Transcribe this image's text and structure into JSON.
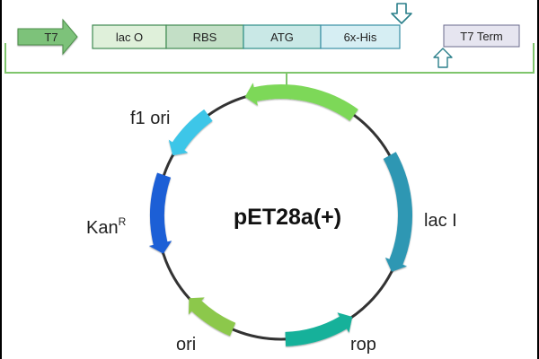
{
  "plasmid": {
    "name": "pET28a(+)",
    "features": {
      "f1_ori": "f1 ori",
      "lac_i": "lac I",
      "kan": "Kan",
      "kan_sup": "R",
      "ori": "ori",
      "rop": "rop"
    }
  },
  "cassette": {
    "promoter": "T7",
    "elements": [
      "lac O",
      "RBS",
      "ATG",
      "6x-His"
    ],
    "terminator": "T7 Term"
  },
  "colors": {
    "promoter": "#7dc27a",
    "lac_o": "#dff0da",
    "rbs": "#c3dfc6",
    "atg": "#c9e8e6",
    "his": "#d6eef3",
    "terminator": "#e6e5f0",
    "bracket": "#7fc56c",
    "arrow": "#2a7f8a",
    "backbone": "#333333",
    "f1_ori": "#3cc6e8",
    "lac_i": "#2f97b3",
    "kan": "#1e5fd6",
    "ori": "#8cc84b",
    "rop": "#17b19a",
    "top_feature": "#7dd858"
  }
}
